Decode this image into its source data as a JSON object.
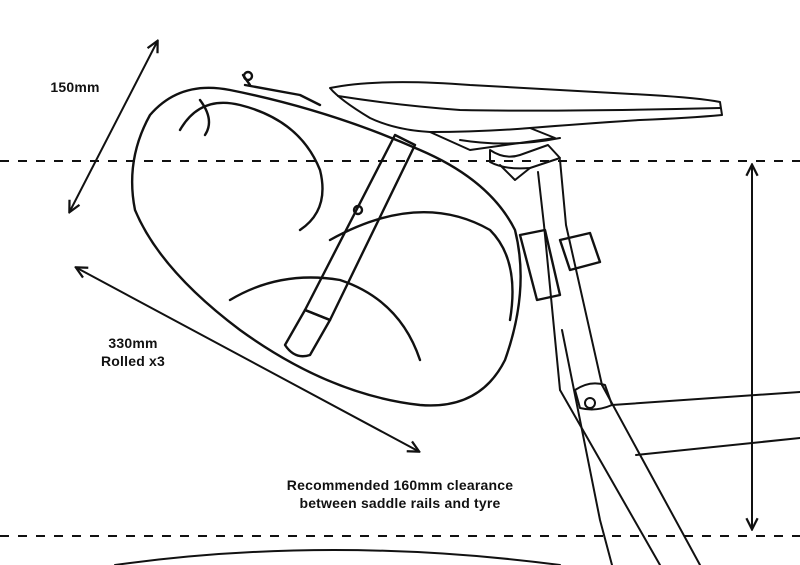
{
  "labels": {
    "bag_width": "150mm",
    "bag_length": "330mm",
    "bag_length_note": "Rolled x3",
    "clearance_line1": "Recommended 160mm clearance",
    "clearance_line2": "between saddle rails and tyre"
  },
  "icons": [
    "saddle-icon",
    "seatpost-icon",
    "saddle-bag-icon",
    "bike-frame-icon",
    "tyre-icon"
  ],
  "colors": {
    "line": "#111111",
    "background": "#ffffff"
  }
}
